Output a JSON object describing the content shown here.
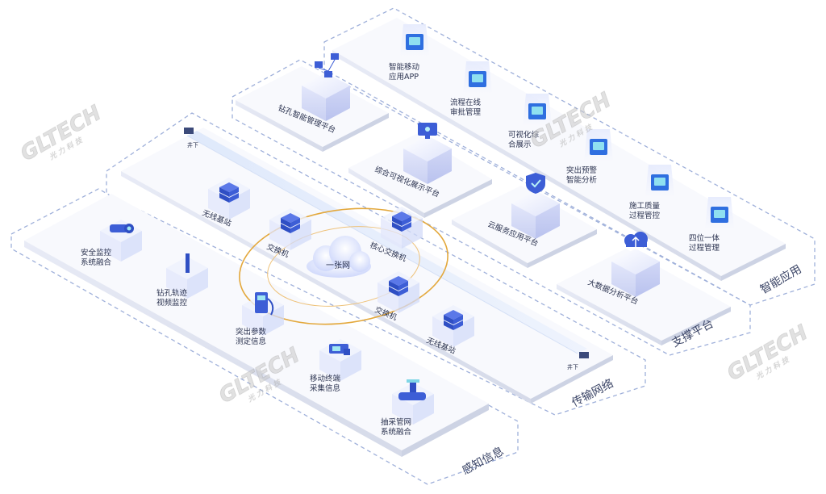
{
  "layers": {
    "smart_app": "智能应用",
    "support_platform": "支撑平台",
    "transport_network": "传输网络",
    "perception": "感知信息"
  },
  "smart_app_items": [
    {
      "line1": "智能移动",
      "line2": "应用APP"
    },
    {
      "line1": "流程在线",
      "line2": "审批管理"
    },
    {
      "line1": "可视化综",
      "line2": "合展示"
    },
    {
      "line1": "突出预警",
      "line2": "智能分析"
    },
    {
      "line1": "施工质量",
      "line2": "过程管控"
    },
    {
      "line1": "四位一体",
      "line2": "过程管理"
    }
  ],
  "platform_items": {
    "drill_platform": "钻孔智能管理平台",
    "visual_platform": "综合可视化展示平台",
    "cloud_platform": "云服务应用平台",
    "bigdata_platform": "大数据分析平台"
  },
  "network_items": {
    "cloud": "一张网",
    "core_switch": "核心交换机",
    "switch_a": "交换机",
    "switch_b": "交换机",
    "wireless_a": "无线基站",
    "wireless_b": "无线基站",
    "end_a": "井下",
    "end_b": "井下"
  },
  "perception_items": [
    {
      "line1": "安全监控",
      "line2": "系统融合"
    },
    {
      "line1": "钻孔轨迹",
      "line2": "视频监控"
    },
    {
      "line1": "突出参数",
      "line2": "测定信息"
    },
    {
      "line1": "移动终端",
      "line2": "采集信息"
    },
    {
      "line1": "抽采管网",
      "line2": "系统融合"
    }
  ],
  "watermark": {
    "brand": "GLTECH",
    "sub": "光 力 科 技"
  },
  "colors": {
    "accent": "#3a5bd9",
    "dashed": "#9fb0da",
    "ring": "#e0a53a",
    "plate": "#f7f8fc"
  }
}
